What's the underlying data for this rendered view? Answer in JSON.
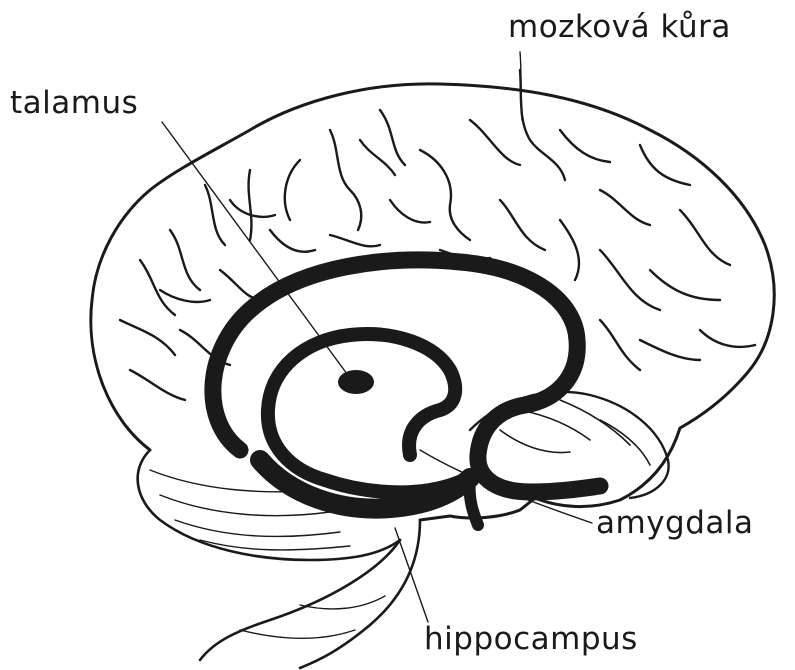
{
  "labels": {
    "cortex": "mozková kůra",
    "thalamus": "talamus",
    "amygdala": "amygdala",
    "hippocampus": "hippocampus"
  },
  "colors": {
    "ink": "#1a1a1a",
    "background": "#ffffff"
  }
}
